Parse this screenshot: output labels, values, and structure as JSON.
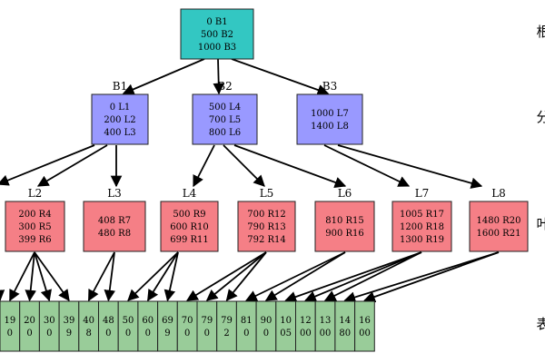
{
  "root": {
    "lines": [
      "0 B1",
      "500 B2",
      "1000 B3"
    ],
    "fill": "#33c7c2",
    "level_label": "根"
  },
  "branches": {
    "fill": "#9999ff",
    "level_label": "分",
    "nodes": [
      {
        "label": "B1",
        "lines": [
          "0 L1",
          "200 L2",
          "400 L3"
        ]
      },
      {
        "label": "B2",
        "lines": [
          "500 L4",
          "700 L5",
          "800 L6"
        ]
      },
      {
        "label": "B3",
        "lines": [
          "1000 L7",
          "1400 L8"
        ]
      }
    ]
  },
  "leaves": {
    "fill": "#f57f86",
    "level_label": "叶",
    "nodes": [
      {
        "label": "L2",
        "lines": [
          "200 R4",
          "300 R5",
          "399 R6"
        ]
      },
      {
        "label": "L3",
        "lines": [
          "408 R7",
          "480 R8"
        ]
      },
      {
        "label": "L4",
        "lines": [
          "500 R9",
          "600 R10",
          "699 R11"
        ]
      },
      {
        "label": "L5",
        "lines": [
          "700 R12",
          "790 R13",
          "792 R14"
        ]
      },
      {
        "label": "L6",
        "lines": [
          "810 R15",
          "900 R16"
        ]
      },
      {
        "label": "L7",
        "lines": [
          "1005 R17",
          "1200 R18",
          "1300 R19"
        ]
      },
      {
        "label": "L8",
        "lines": [
          "1480 R20",
          "1600 R21"
        ]
      }
    ]
  },
  "rows": {
    "fill": "#99cc99",
    "level_label": "表",
    "cells": [
      [
        "19",
        "0"
      ],
      [
        "20",
        "0"
      ],
      [
        "30",
        "0"
      ],
      [
        "39",
        "9"
      ],
      [
        "40",
        "8"
      ],
      [
        "48",
        "0"
      ],
      [
        "50",
        "0"
      ],
      [
        "60",
        "0"
      ],
      [
        "69",
        "9"
      ],
      [
        "70",
        "0"
      ],
      [
        "79",
        "0"
      ],
      [
        "79",
        "2"
      ],
      [
        "81",
        "0"
      ],
      [
        "90",
        "0"
      ],
      [
        "10",
        "05"
      ],
      [
        "12",
        "00"
      ],
      [
        "13",
        "00"
      ],
      [
        "14",
        "80"
      ],
      [
        "16",
        "00"
      ]
    ]
  },
  "edge_color": "#000000"
}
